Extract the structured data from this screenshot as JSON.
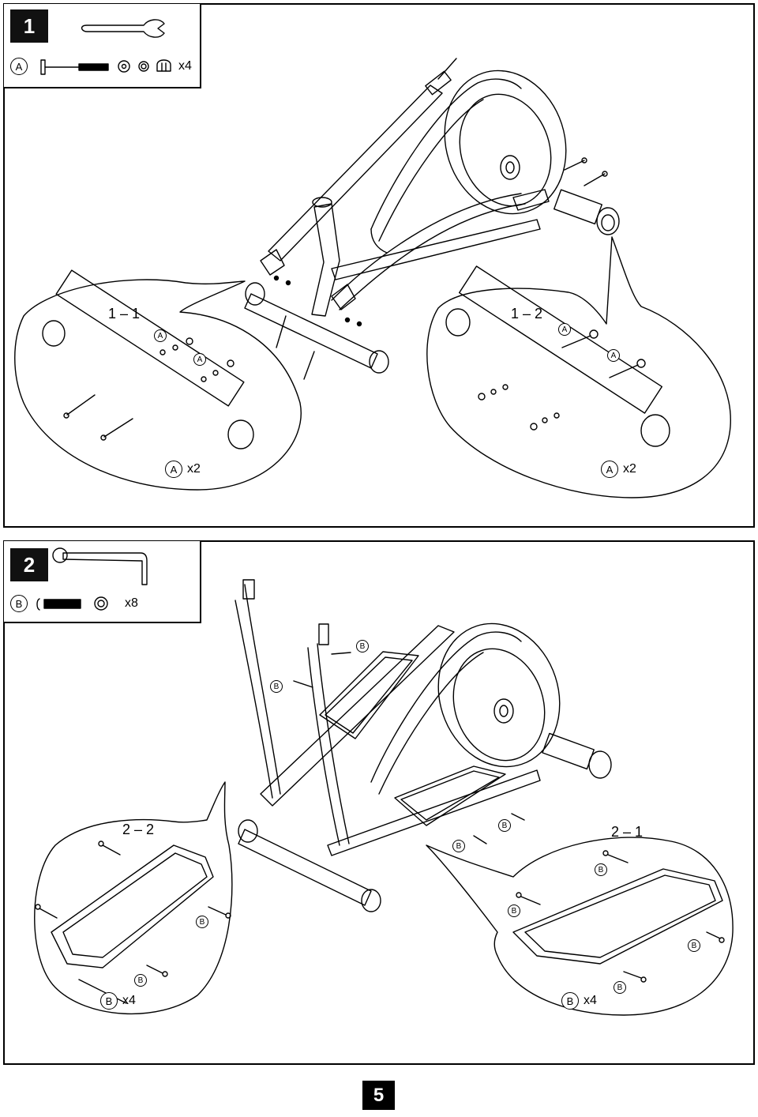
{
  "steps": [
    {
      "number": "1",
      "part_letter": "A",
      "part_qty": "x4",
      "details": [
        {
          "label": "1 – 1",
          "part_letter": "A",
          "qty": "x2"
        },
        {
          "label": "1 – 2",
          "part_letter": "A",
          "qty": "x2"
        }
      ]
    },
    {
      "number": "2",
      "part_letter": "B",
      "part_qty": "x8",
      "details": [
        {
          "label": "2 – 2",
          "part_letter": "B",
          "qty": "x4"
        },
        {
          "label": "2 – 1",
          "part_letter": "B",
          "qty": "x4"
        }
      ]
    }
  ],
  "page_number": "5"
}
